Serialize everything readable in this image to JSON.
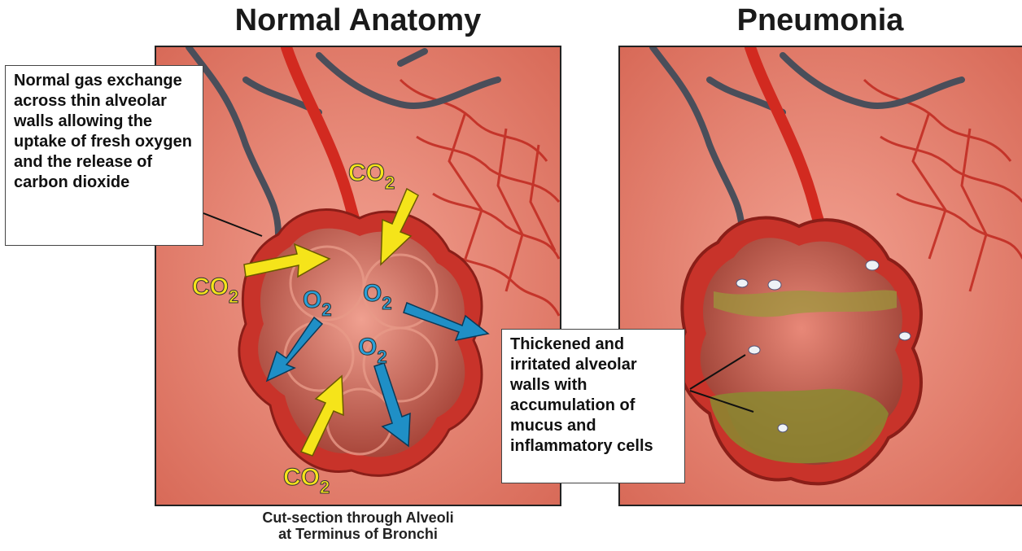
{
  "titles": {
    "left": "Normal Anatomy",
    "right": "Pneumonia"
  },
  "callouts": {
    "normal": "Normal gas exchange across thin alveolar walls allowing the uptake of fresh oxygen and the release of carbon dioxide",
    "pneumonia": "Thickened and irritated alveolar walls with accumulation of mucus and inflammatory cells"
  },
  "caption": {
    "line1": "Cut-section through Alveoli",
    "line2": "at Terminus of Bronchi"
  },
  "gas_labels": {
    "co2": "CO",
    "co2_sub": "2",
    "o2": "O",
    "o2_sub": "2"
  },
  "colors": {
    "tissue": "#e07b68",
    "alveolar_wall": "#c8332a",
    "vein": "#4a4e5a",
    "co2_arrow": "#f5e41a",
    "o2_arrow": "#1f8fc6",
    "mucus": "#9a9a3a"
  }
}
